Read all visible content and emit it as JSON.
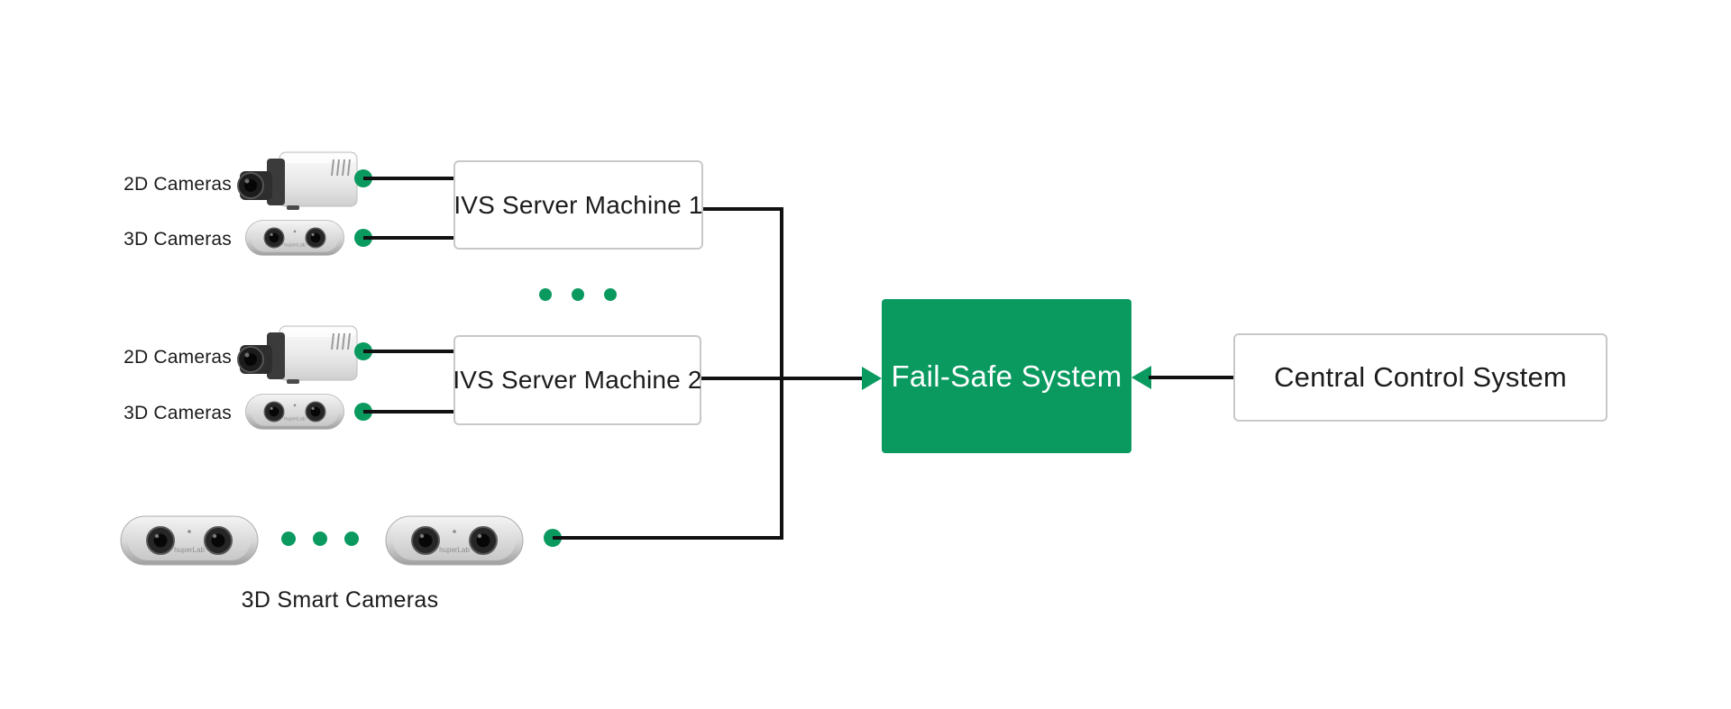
{
  "colors": {
    "accent_green": "#0a9a60",
    "connector_black": "#111111",
    "box_border_gray": "#c8c8c8",
    "text_dark": "#1d1d1d"
  },
  "camera_rows": [
    {
      "label": "2D Cameras"
    },
    {
      "label": "3D Cameras"
    },
    {
      "label": "2D Cameras"
    },
    {
      "label": "3D Cameras"
    }
  ],
  "servers": [
    {
      "label": "IVS Server Machine 1"
    },
    {
      "label": "IVS Server Machine 2"
    }
  ],
  "failsafe": {
    "label": "Fail-Safe System"
  },
  "central_control": {
    "label": "Central Control System"
  },
  "smart_cameras": {
    "label": "3D Smart Cameras",
    "brand": "huperLab"
  }
}
